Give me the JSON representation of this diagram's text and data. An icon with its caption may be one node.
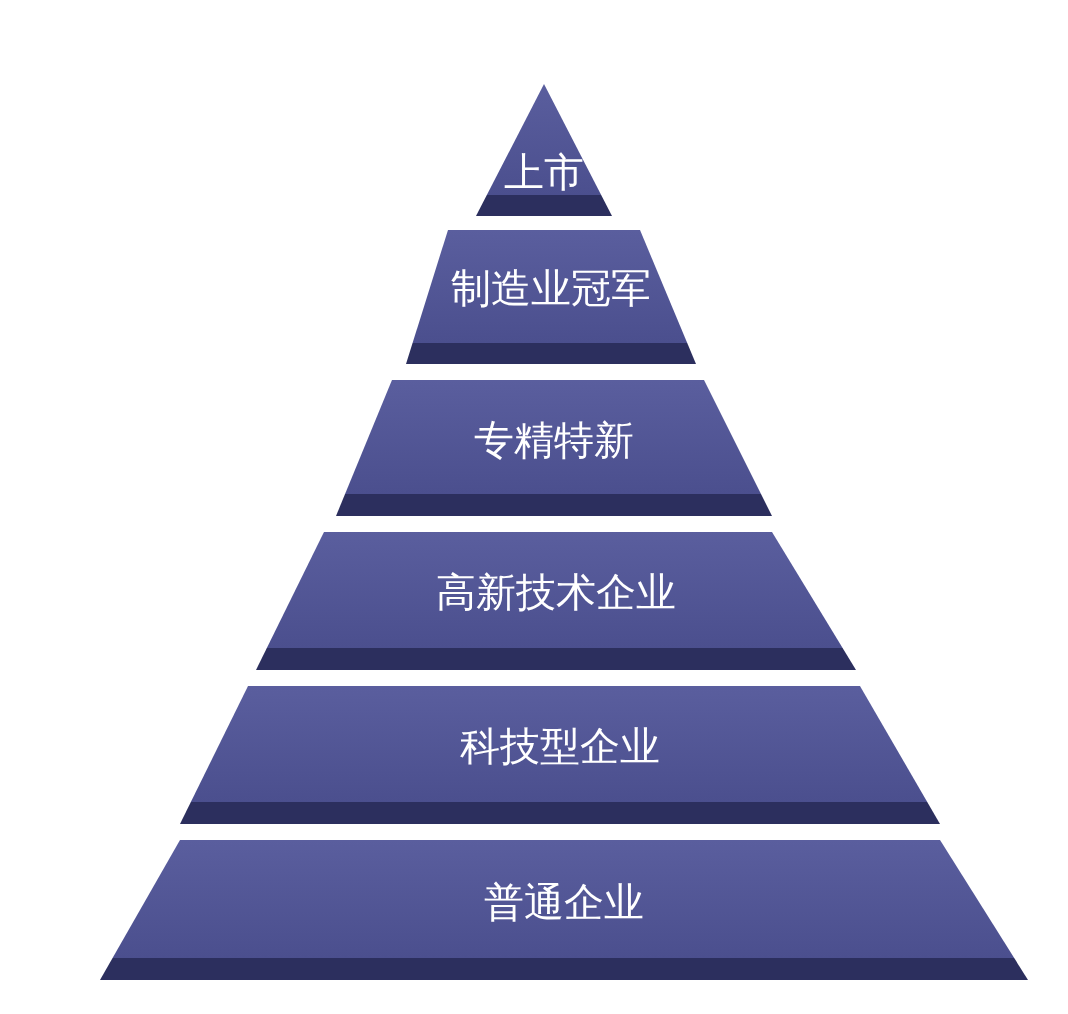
{
  "diagram": {
    "nodes": [
      {
        "text": [
          "上市"
        ]
      },
      {
        "text": [
          "制造业冠军"
        ]
      },
      {
        "text": [
          "专精特新"
        ]
      },
      {
        "text": [
          "高新技术企业"
        ]
      },
      {
        "text": [
          "科技型企业"
        ]
      },
      {
        "text": [
          "普通企业"
        ]
      }
    ]
  }
}
